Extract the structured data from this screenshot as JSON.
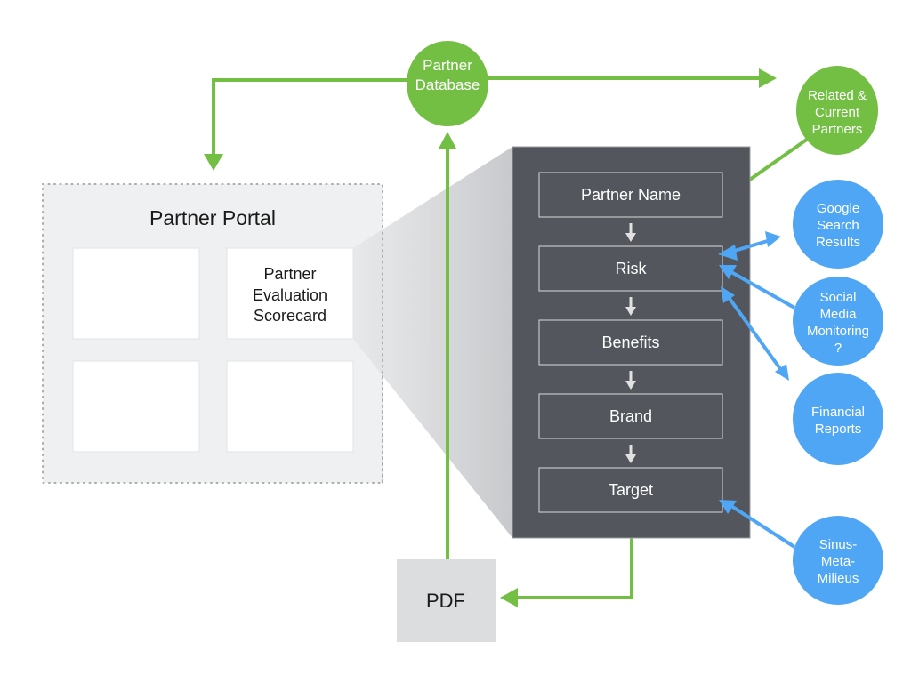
{
  "colors": {
    "green": "#72bf44",
    "blue": "#4fa6f5",
    "panel": "#53575d",
    "portal_bg": "#eff0f1",
    "pdf_bg": "#dcdddf",
    "flow_arrow": "#e1e1e1"
  },
  "nodes": {
    "partner_database": {
      "lines": [
        "Partner",
        "Database"
      ]
    },
    "related_partners": {
      "lines": [
        "Related &",
        "Current",
        "Partners"
      ]
    },
    "google_search": {
      "lines": [
        "Google",
        "Search",
        "Results"
      ]
    },
    "social_media": {
      "lines": [
        "Social",
        "Media",
        "Monitoring",
        "?"
      ]
    },
    "financial_reports": {
      "lines": [
        "Financial",
        "Reports"
      ]
    },
    "sinus_milieus": {
      "lines": [
        "Sinus-",
        "Meta-",
        "Milieus"
      ]
    },
    "pdf": {
      "label": "PDF"
    }
  },
  "portal": {
    "title": "Partner Portal",
    "tiles": [
      {
        "lines": []
      },
      {
        "lines": [
          "Partner",
          "Evaluation",
          "Scorecard"
        ]
      },
      {
        "lines": []
      },
      {
        "lines": []
      }
    ]
  },
  "scorecard": {
    "steps": [
      "Partner Name",
      "Risk",
      "Benefits",
      "Brand",
      "Target"
    ]
  },
  "edges": [
    {
      "from": "partner_database",
      "to": "partner_portal",
      "color": "green"
    },
    {
      "from": "partner_database",
      "to": "related_partners",
      "color": "green"
    },
    {
      "from": "related_partners",
      "to": "Partner Name",
      "color": "green"
    },
    {
      "from": "pdf",
      "to": "partner_database",
      "color": "green"
    },
    {
      "from": "scorecard",
      "to": "pdf",
      "color": "green"
    },
    {
      "from": "google_search",
      "to": "Risk",
      "color": "blue",
      "bidirectional": true
    },
    {
      "from": "social_media",
      "to": "Risk",
      "color": "blue"
    },
    {
      "from": "financial_reports",
      "to": "Risk",
      "color": "blue",
      "bidirectional": true
    },
    {
      "from": "sinus_milieus",
      "to": "Target",
      "color": "blue"
    }
  ]
}
